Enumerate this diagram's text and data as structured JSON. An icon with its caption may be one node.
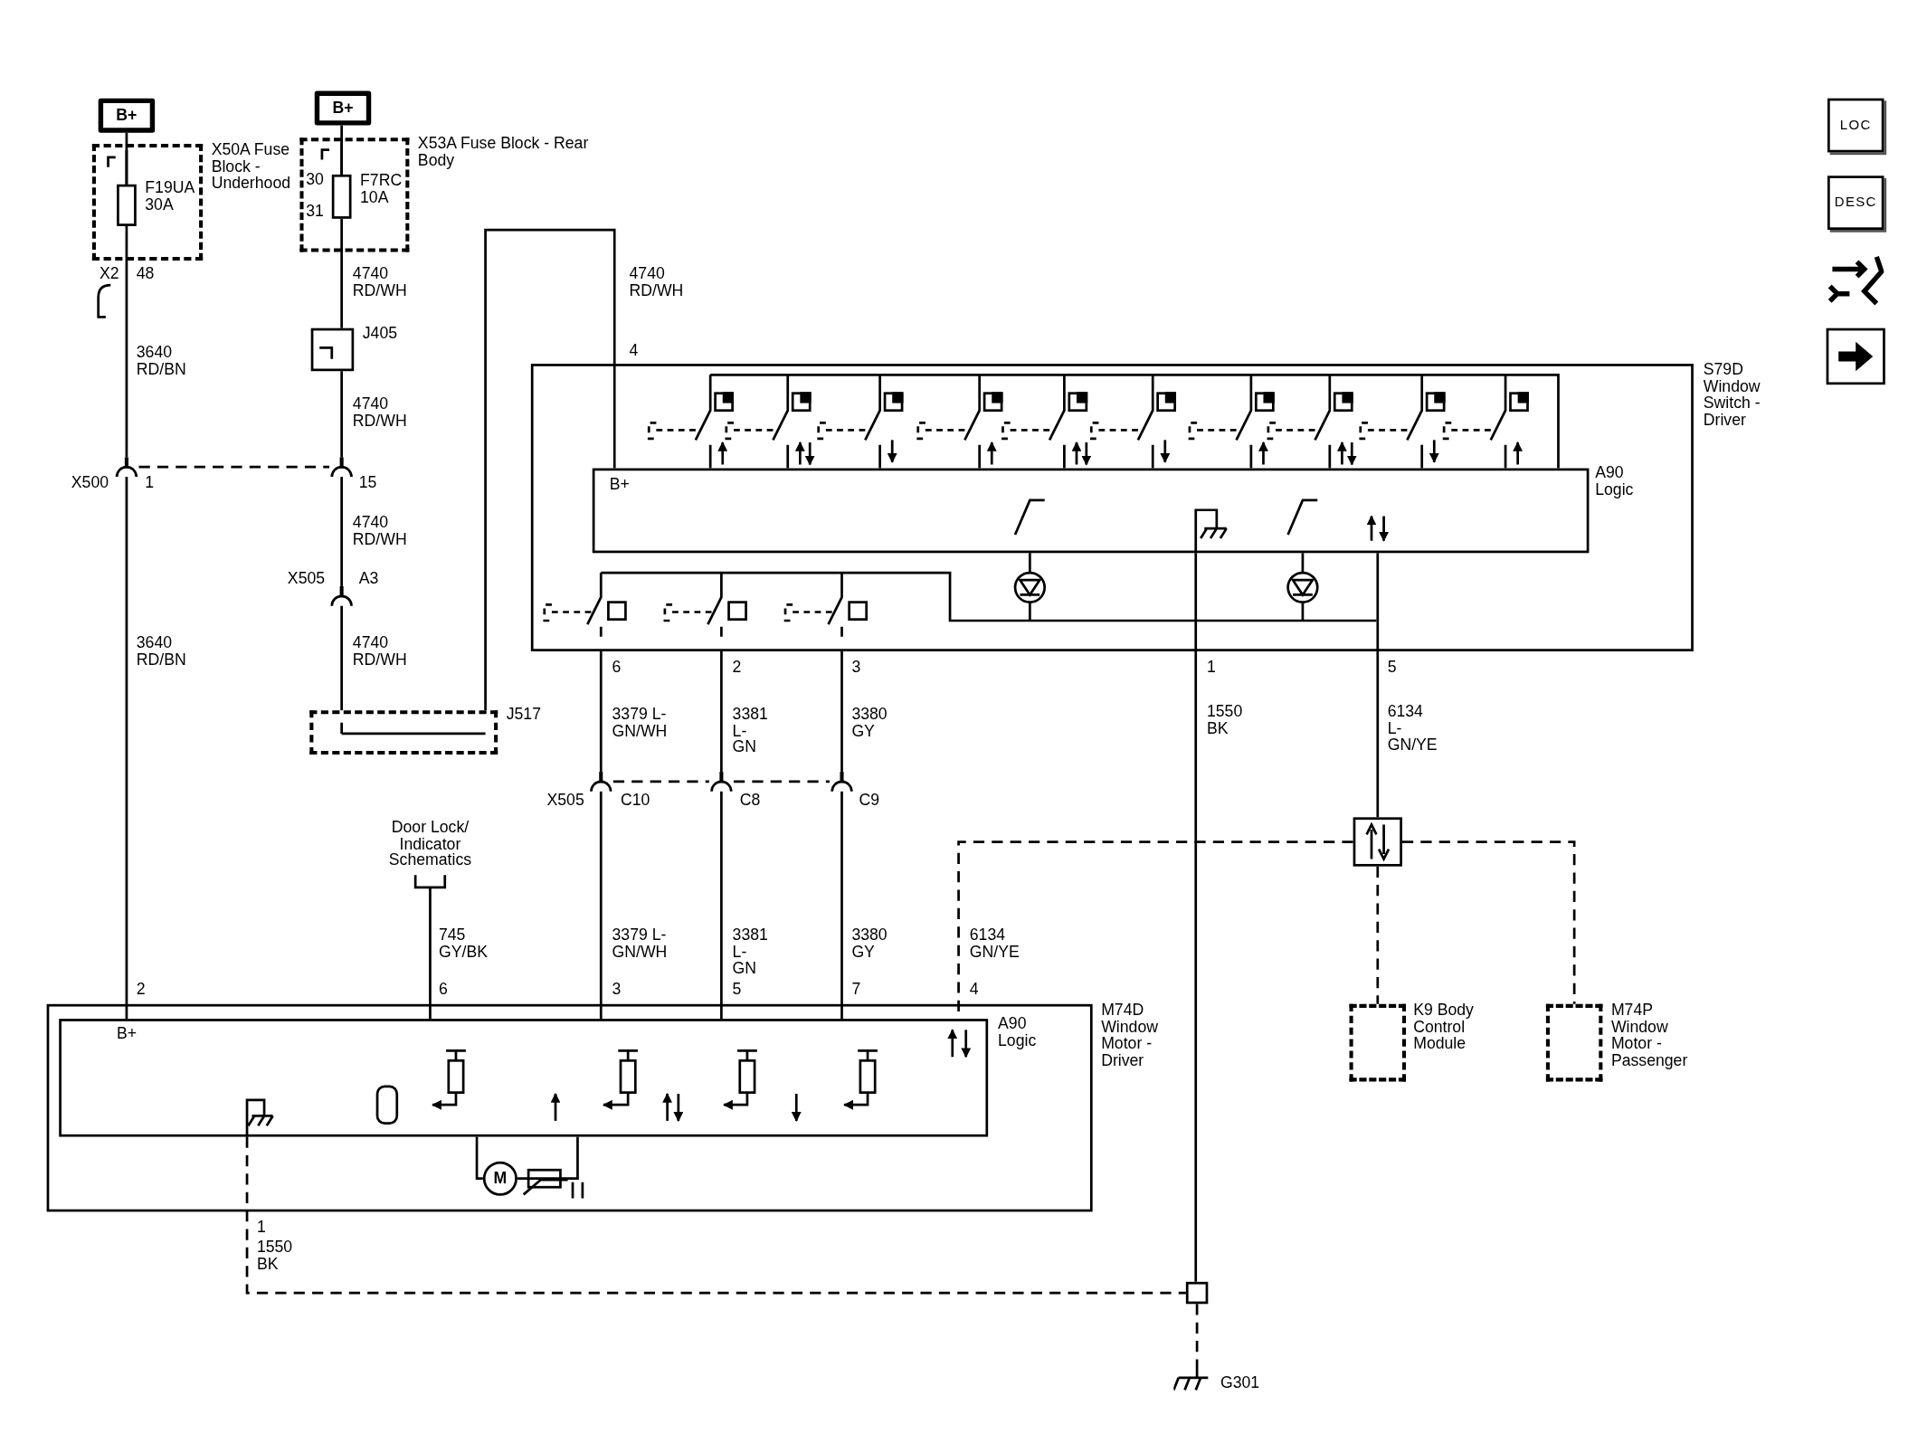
{
  "diagram": {
    "nodes": [
      {
        "text": [
          "B+"
        ]
      },
      {
        "text": [
          "B+"
        ]
      },
      {
        "text": [
          "X50A Fuse Block - Underhood"
        ]
      },
      {
        "text": [
          "F19UA 30A"
        ],
        "in": 2
      },
      {
        "text": [
          "X53A Fuse Block - Rear Body"
        ]
      },
      {
        "text": [
          "F7RC 10A"
        ],
        "in": 4,
        "beside": [
          "30",
          "31"
        ]
      },
      {
        "text": [
          "J405"
        ]
      },
      {
        "text": [
          "X500",
          "1"
        ]
      },
      {
        "text": [
          "15"
        ]
      },
      {
        "text": [
          "X505",
          "A3"
        ]
      },
      {
        "text": [
          "J517"
        ]
      },
      {
        "text": [
          "S79D Window Switch - Driver"
        ]
      },
      {
        "text": [
          "B+",
          "A90 Logic"
        ],
        "in": 11
      },
      {
        "text": [
          "X505",
          "C10"
        ]
      },
      {
        "text": [
          "C8"
        ]
      },
      {
        "text": [
          "C9"
        ]
      },
      {
        "text": [
          "Door Lock/ Indicator Schematics"
        ]
      },
      {
        "text": [],
        "shape": "box"
      },
      {
        "text": [
          "K9 Body Control Module"
        ]
      },
      {
        "text": [
          "M74P Window Motor - Passenger"
        ]
      },
      {
        "text": [
          "M74D Window Motor - Driver"
        ]
      },
      {
        "text": [
          "B+",
          "A90 Logic"
        ],
        "in": 20
      },
      {
        "text": [
          "M"
        ],
        "in": 20
      },
      {
        "text": [
          "G301"
        ]
      },
      {
        "text": [],
        "shape": "box"
      }
    ],
    "edges": [
      {
        "from": 0,
        "to": 3,
        "arrow": "none"
      },
      {
        "from": 3,
        "to": 7,
        "arrow": "none",
        "label": "3640 RD/BN"
      },
      {
        "from": 1,
        "to": 5,
        "arrow": "none"
      },
      {
        "from": 5,
        "to": 6,
        "arrow": "none",
        "label": "4740 RD/WH"
      },
      {
        "from": 6,
        "to": 8,
        "arrow": "none",
        "label": "4740 RD/WH"
      },
      {
        "from": 7,
        "to": 8,
        "arrow": "none",
        "style": "dashed"
      },
      {
        "from": 8,
        "to": 9,
        "arrow": "none",
        "label": "4740 RD/WH"
      },
      {
        "from": 9,
        "to": 10,
        "arrow": "none",
        "label": "4740 RD/WH"
      },
      {
        "from": 10,
        "to": 12,
        "arrow": "none",
        "label": "4740 RD/WH"
      },
      {
        "from": 7,
        "to": 21,
        "arrow": "none",
        "label": "3640 RD/BN"
      },
      {
        "from": 11,
        "to": 13,
        "arrow": "none",
        "label": "3379 L-GN/WH"
      },
      {
        "from": 11,
        "to": 14,
        "arrow": "none",
        "label": "3381 L-GN"
      },
      {
        "from": 11,
        "to": 15,
        "arrow": "none",
        "label": "3380 GY"
      },
      {
        "from": 12,
        "to": 24,
        "arrow": "none",
        "label": "1550 BK"
      },
      {
        "from": 12,
        "to": 17,
        "arrow": "none",
        "label": "6134 L-GN/YE"
      },
      {
        "from": 13,
        "to": 21,
        "arrow": "none",
        "label": "3379 L-GN/WH"
      },
      {
        "from": 14,
        "to": 21,
        "arrow": "none",
        "label": "3381 L-GN"
      },
      {
        "from": 15,
        "to": 21,
        "arrow": "none",
        "label": "3380 GY"
      },
      {
        "from": 13,
        "to": 14,
        "arrow": "none",
        "style": "dashed"
      },
      {
        "from": 14,
        "to": 15,
        "arrow": "none",
        "style": "dashed"
      },
      {
        "from": 16,
        "to": 21,
        "arrow": "none",
        "label": "745 GY/BK"
      },
      {
        "from": 17,
        "to": 21,
        "arrow": "none",
        "label": "6134 GN/YE",
        "style": "dashed"
      },
      {
        "from": 17,
        "to": 18,
        "arrow": "none",
        "style": "dashed"
      },
      {
        "from": 17,
        "to": 19,
        "arrow": "none",
        "style": "dashed"
      },
      {
        "from": 21,
        "to": 24,
        "arrow": "none",
        "label": "1550 BK",
        "style": "dashed"
      },
      {
        "from": 24,
        "to": 23,
        "arrow": "none",
        "style": "dashed"
      },
      {
        "from": 21,
        "to": 22,
        "arrow": "none"
      },
      {
        "from": 21,
        "to": 22,
        "arrow": "none"
      }
    ],
    "labels": [
      "X2",
      "48",
      "4",
      "6",
      "2",
      "3",
      "1",
      "5",
      "2",
      "6",
      "3",
      "5",
      "7",
      "4",
      "1",
      "LOC",
      "DESC"
    ]
  }
}
